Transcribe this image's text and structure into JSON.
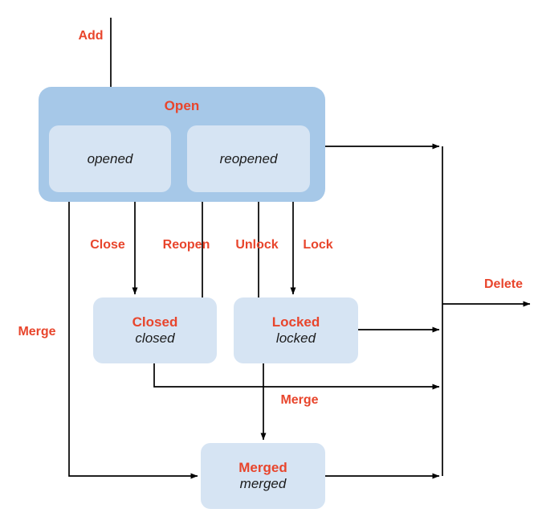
{
  "diagram": {
    "title": "Issue lifecycle state diagram",
    "type": "state-machine",
    "colors": {
      "group_fill": "#a6c8e8",
      "state_fill": "#d6e4f3",
      "label_red": "#e8452c",
      "edge_stroke": "#000000",
      "state_sub_text": "#1b1b1b",
      "background": "#ffffff"
    },
    "groups": [
      {
        "id": "open",
        "label": "Open",
        "substates": [
          {
            "id": "opened",
            "label": "opened"
          },
          {
            "id": "reopened",
            "label": "reopened"
          }
        ]
      }
    ],
    "states": [
      {
        "id": "closed",
        "title": "Closed",
        "sub": "closed"
      },
      {
        "id": "locked",
        "title": "Locked",
        "sub": "locked"
      },
      {
        "id": "merged",
        "title": "Merged",
        "sub": "merged"
      }
    ],
    "transitions": [
      {
        "id": "add",
        "label": "Add",
        "from": "start",
        "to": "opened"
      },
      {
        "id": "close",
        "label": "Close",
        "from": "open",
        "to": "closed"
      },
      {
        "id": "reopen",
        "label": "Reopen",
        "from": "closed",
        "to": "reopened"
      },
      {
        "id": "unlock",
        "label": "Unlock",
        "from": "locked",
        "to": "reopened"
      },
      {
        "id": "lock",
        "label": "Lock",
        "from": "open",
        "to": "locked"
      },
      {
        "id": "merge-left",
        "label": "Merge",
        "from": "open",
        "to": "merged"
      },
      {
        "id": "merge-center",
        "label": "Merge",
        "from": "locked",
        "to": "merged"
      },
      {
        "id": "delete",
        "label": "Delete",
        "from": "all",
        "to": "end"
      }
    ]
  }
}
